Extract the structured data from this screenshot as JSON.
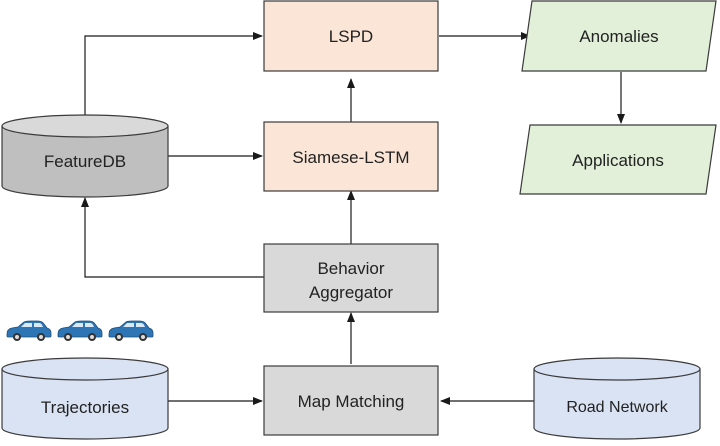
{
  "colors": {
    "peach": "#fbe5d6",
    "green": "#e2f0d9",
    "gray": "#d9d9d9",
    "db_gray_top": "#d9d9d9",
    "db_gray_body": "#bfbfbf",
    "db_blue": "#dae3f3",
    "stroke": "#3b3b3b",
    "car_body": "#2e75b6",
    "car_window": "#dbe8f5"
  },
  "nodes": {
    "lspd": {
      "label": "LSPD"
    },
    "siamese": {
      "label": "Siamese-LSTM"
    },
    "behavior": {
      "line1": "Behavior",
      "line2": "Aggregator"
    },
    "map_matching": {
      "label": "Map Matching"
    },
    "featuredb": {
      "label": "FeatureDB"
    },
    "trajectories": {
      "label": "Trajectories"
    },
    "road_network": {
      "label": "Road Network"
    },
    "anomalies": {
      "label": "Anomalies"
    },
    "applications": {
      "label": "Applications"
    }
  },
  "icons": {
    "cars": [
      "car-icon",
      "car-icon",
      "car-icon"
    ]
  }
}
